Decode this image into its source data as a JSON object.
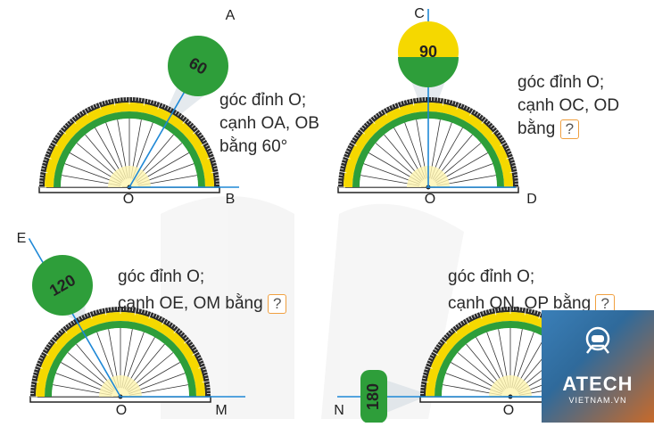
{
  "panels": [
    {
      "id": "tl",
      "vertex": "O",
      "ray1": "A",
      "ray2": "B",
      "magnifier_value": "60",
      "text": [
        "góc đỉnh O;",
        "cạnh OA, OB",
        "bằng 60°"
      ],
      "answer_box": ""
    },
    {
      "id": "tr",
      "vertex": "O",
      "ray1": "C",
      "ray2": "D",
      "magnifier_value": "90",
      "text": [
        "góc đỉnh O;",
        "cạnh OC, OD",
        "bằng"
      ],
      "answer_box": "?"
    },
    {
      "id": "bl",
      "vertex": "O",
      "ray1": "E",
      "ray2": "M",
      "magnifier_value": "120",
      "text": [
        "góc đỉnh O;",
        "cạnh OE, OM bằng"
      ],
      "answer_box": "?"
    },
    {
      "id": "br",
      "vertex": "O",
      "ray1": "N",
      "ray2": "P",
      "magnifier_value": "180",
      "text": [
        "góc đỉnh O;",
        "cạnh ON, OP bằng"
      ],
      "answer_box": "?"
    }
  ],
  "logo": {
    "name": "ATECH",
    "sub": "VIETNAM.VN"
  },
  "colors": {
    "ray": "#1e88d6",
    "yellow": "#f5d800",
    "green": "#2e9e3a",
    "dark": "#222222"
  }
}
